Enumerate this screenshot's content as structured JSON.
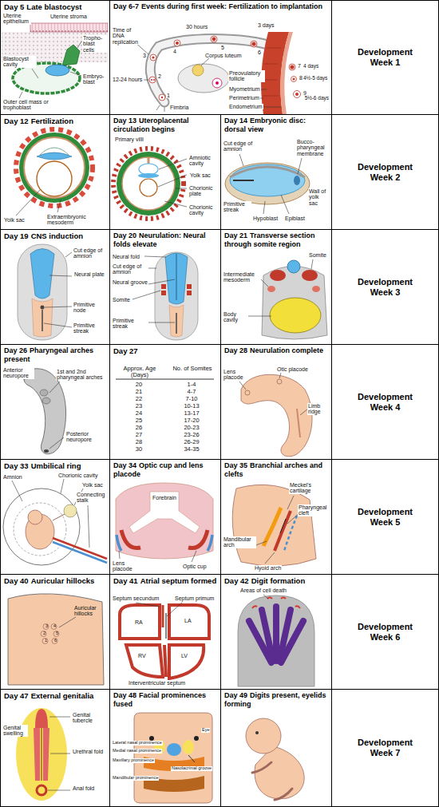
{
  "diagram": {
    "nodes": [
      {
        "text": [
          "Day 5",
          "Late blastocyst"
        ]
      },
      {
        "text": [
          "Day 6-7",
          "Events during first week: Fertilization to implantation"
        ]
      },
      {
        "text": [
          "Development Week 1"
        ]
      },
      {
        "text": [
          "Day 12",
          "Fertilization"
        ]
      },
      {
        "text": [
          "Day 13",
          "Uteroplacental circulation begins"
        ]
      },
      {
        "text": [
          "Day 14",
          "Embryonic disc: dorsal view"
        ]
      },
      {
        "text": [
          "Development Week 2"
        ]
      },
      {
        "text": [
          "Day 19",
          "CNS induction"
        ]
      },
      {
        "text": [
          "Day 20",
          "Neurulation: Neural folds elevate"
        ]
      },
      {
        "text": [
          "Day 21",
          "Transverse section through somite region"
        ]
      },
      {
        "text": [
          "Development Week 3"
        ]
      },
      {
        "text": [
          "Day 26",
          "Pharyngeal arches present"
        ]
      },
      {
        "text": [
          "Day 27"
        ]
      },
      {
        "text": [
          "Day 28",
          "Neurulation complete"
        ]
      },
      {
        "text": [
          "Development Week 4"
        ]
      },
      {
        "text": [
          "Day 33",
          "Umbilical ring"
        ]
      },
      {
        "text": [
          "Day 34",
          "Optic cup and lens placode"
        ]
      },
      {
        "text": [
          "Day 35",
          "Branchial arches and clefts"
        ]
      },
      {
        "text": [
          "Development Week 5"
        ]
      },
      {
        "text": [
          "Day 40",
          "Auricular hillocks"
        ]
      },
      {
        "text": [
          "Day 41",
          "Atrial septum formed"
        ]
      },
      {
        "text": [
          "Day 42",
          "Digit formation"
        ]
      },
      {
        "text": [
          "Development Week 6"
        ]
      },
      {
        "text": [
          "Day 47",
          "External genitalia"
        ]
      },
      {
        "text": [
          "Day 48",
          "Facial prominences fused"
        ]
      },
      {
        "text": [
          "Day 49",
          "Digits present, eyelids forming"
        ]
      },
      {
        "text": [
          "Development Week 7"
        ]
      }
    ],
    "labels": [
      "Uterine epithelium",
      "Uterine stroma",
      "Tropho- blast cells",
      "Blastocyst cavity",
      "Embryo- blast",
      "Outer cell mass or trophoblast",
      "Time of DNA replication",
      "30 hours",
      "3 days",
      "Corpus luteum",
      "12-24 hours",
      "Preovulatory follicle",
      "Fimbria",
      "Myometrium",
      "Perimetrium",
      "Endometrium",
      "4 days",
      "4½-5 days",
      "5½-6 days",
      "1",
      "2",
      "3",
      "4",
      "5",
      "6",
      "7",
      "8",
      "9",
      "Yolk sac",
      "Extraembryonic mesoderm",
      "Primary villi",
      "Amniotic cavity",
      "Yolk sac",
      "Chorionic plate",
      "Chorionic cavity",
      "Cut edge of amnion",
      "Bucco- pharyngeal membrane",
      "Primitive streak",
      "Hypoblast",
      "Epiblast",
      "Wall of yolk sac",
      "Cut edge of amnion",
      "Neural plate",
      "Primitive node",
      "Primitive streak",
      "Neural fold",
      "Cut edge of amnion",
      "Neural groove",
      "Somite",
      "Primitive streak",
      "Somite",
      "Intermediate mesoderm",
      "Body cavity",
      "Anterior neuropore",
      "1st and 2nd pharyngeal arches",
      "Posterior neuropore",
      "Approx. Age (Days)",
      "No. of Somites",
      "20",
      "1-4",
      "21",
      "4-7",
      "22",
      "7-10",
      "23",
      "10-13",
      "24",
      "13-17",
      "25",
      "17-20",
      "26",
      "20-23",
      "27",
      "23-26",
      "28",
      "26-29",
      "30",
      "34-35",
      "Lens placode",
      "Otic placode",
      "Limb ridge",
      "Amnion",
      "Chorionic cavity",
      "Yolk sac",
      "Connecting stalk",
      "Forebrain",
      "Lens placode",
      "Optic cup",
      "Meckel's cartilage",
      "Pharyngeal cleft",
      "Mandibular arch",
      "Hyoid arch",
      "Auricular hillocks",
      "3",
      "4",
      "2",
      "5",
      "1",
      "6",
      "Septum secundum",
      "Septum primum",
      "RA",
      "LA",
      "RV",
      "LV",
      "Interventricular septum",
      "Areas of cell death",
      "Genital tubercle",
      "Genital swelling",
      "Urethral fold",
      "Anal fold",
      "Lateral nasal prominence",
      "Medial nasal prominence",
      "Maxillary prominence",
      "Mandibular prominence",
      "Eye",
      "Nasolacrimal groove"
    ]
  }
}
